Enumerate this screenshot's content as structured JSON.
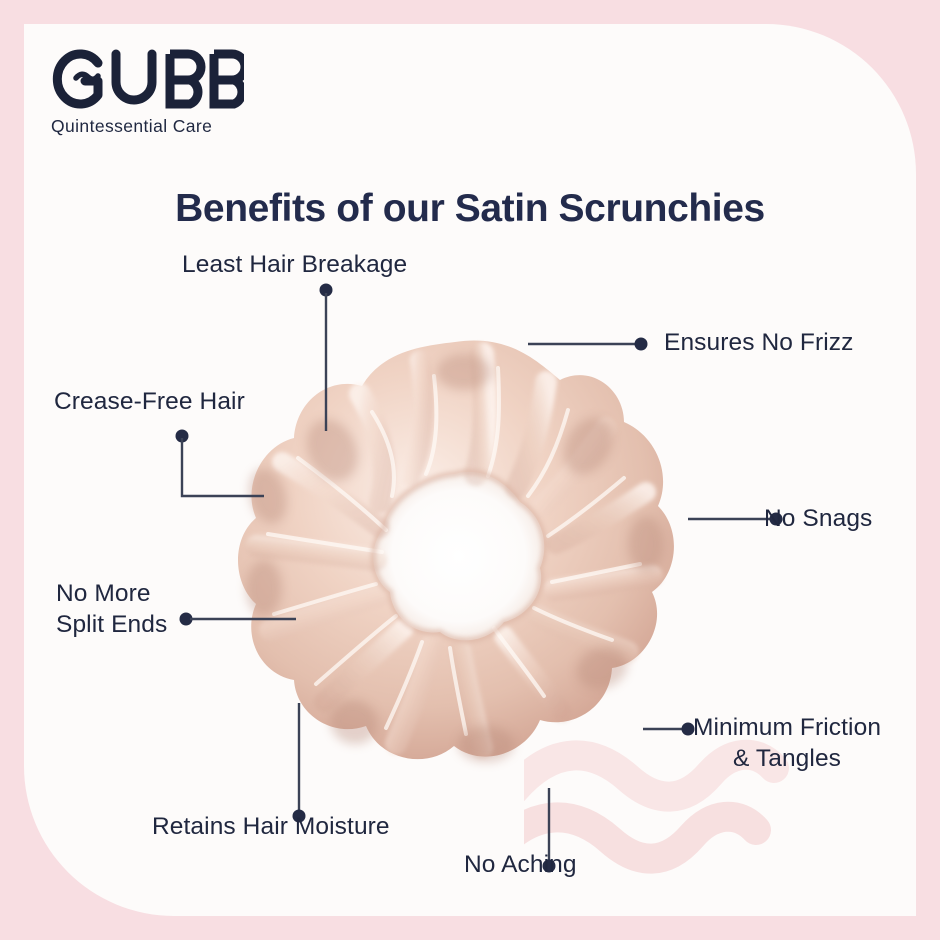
{
  "brand": {
    "name": "GUBB",
    "tagline": "Quintessential Care",
    "logo_icon": "gubb-wave-logo-icon"
  },
  "heading": {
    "title": "Benefits of our Satin Scrunchies"
  },
  "product": {
    "image_name": "satin-scrunchie-photo",
    "alt": "Rose gold satin scrunchie",
    "colors": {
      "satin_light": "#f4ddd1",
      "satin_mid": "#e6c2b2",
      "satin_shadow": "#cfa292",
      "satin_highlight": "#fbeee7"
    }
  },
  "colors": {
    "frame_pink": "#f8dee2",
    "card_white": "#fdfbfa",
    "text_navy": "#20273f",
    "title_navy": "#232b4c",
    "leader_line": "#3b4256",
    "wave_pink": "#f7e2e2"
  },
  "benefits": [
    {
      "id": "least-hair-breakage",
      "label": "Least Hair Breakage",
      "side": "left"
    },
    {
      "id": "crease-free-hair",
      "label": "Crease-Free Hair",
      "side": "left"
    },
    {
      "id": "no-more-split-ends",
      "label": "No More\nSplit Ends",
      "side": "left"
    },
    {
      "id": "retains-hair-moisture",
      "label": "Retains Hair Moisture",
      "side": "bottom"
    },
    {
      "id": "no-aching",
      "label": "No Aching",
      "side": "bottom"
    },
    {
      "id": "minimum-friction",
      "label": "Minimum Friction\n& Tangles",
      "side": "right"
    },
    {
      "id": "no-snags",
      "label": "No Snags",
      "side": "right"
    },
    {
      "id": "ensures-no-frizz",
      "label": "Ensures No Frizz",
      "side": "right"
    }
  ],
  "labels": {
    "least_hair_breakage": "Least Hair Breakage",
    "crease_free_hair": "Crease-Free Hair",
    "no_more_split_ends_line1": "No More",
    "no_more_split_ends_line2": "Split Ends",
    "retains_hair_moisture": "Retains Hair Moisture",
    "no_aching": "No Aching",
    "minimum_friction_line1": "Minimum Friction",
    "minimum_friction_line2": "& Tangles",
    "no_snags": "No Snags",
    "ensures_no_frizz": "Ensures No Frizz"
  }
}
